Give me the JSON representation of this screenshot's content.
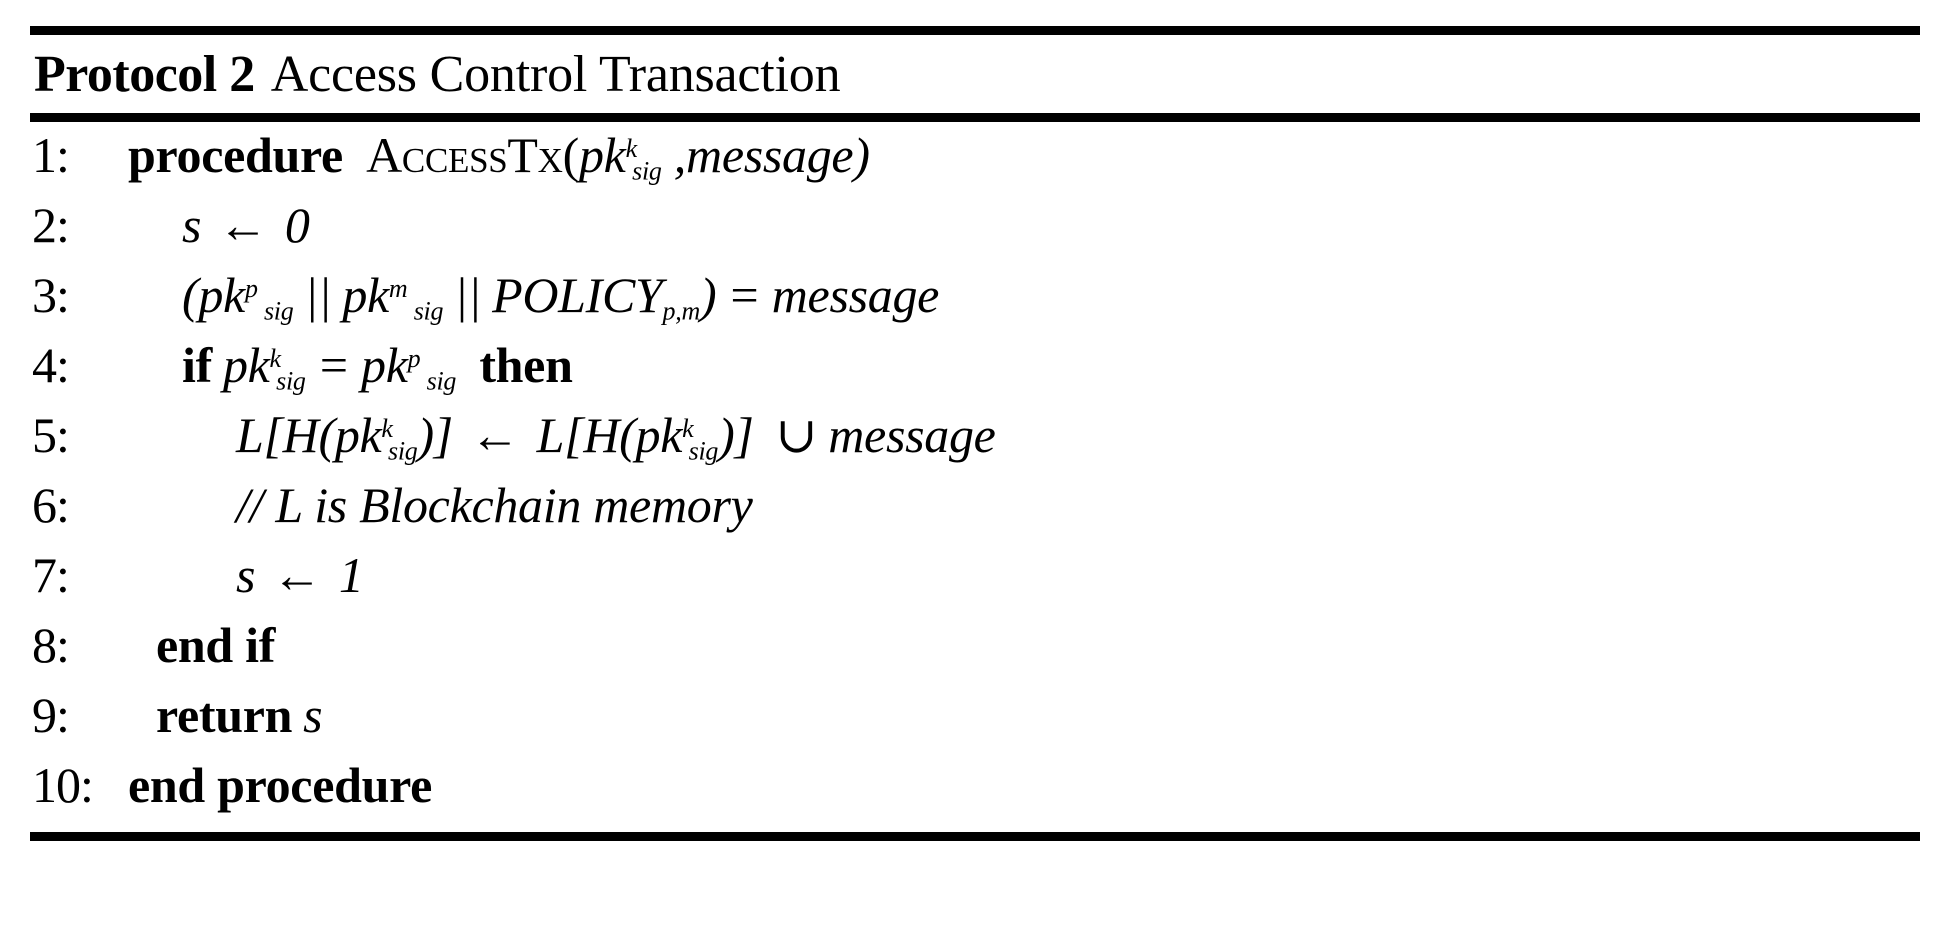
{
  "block": {
    "kind": "algorithm-pseudocode",
    "title": {
      "label": "Protocol 2",
      "text": "Access Control Transaction"
    },
    "rules": {
      "top": "horizontal-rule",
      "middle": "horizontal-rule",
      "bottom": "horizontal-rule"
    },
    "lines": [
      {
        "number": "1:",
        "indent": 0,
        "plain": "procedure ACCESSTX(pk^k_sig , message)",
        "parts": {
          "keyword": "procedure",
          "call_name": "AccessTx",
          "open_paren": "(",
          "arg1_base": "pk",
          "arg1_sup": "k",
          "arg1_sub": "sig",
          "comma": " ,",
          "arg2": "message",
          "close_paren": ")"
        }
      },
      {
        "number": "2:",
        "indent": 1,
        "plain": "s ← 0",
        "parts": {
          "lhs": "s",
          "arrow": "←",
          "rhs": "0"
        }
      },
      {
        "number": "3:",
        "indent": 1,
        "plain": "(pk^p sig || pk^m sig || POLICY_p,m ) = message",
        "parts": {
          "open_paren": "(",
          "t1_base": "pk",
          "t1_sup": "p",
          "t1_sub": "sig",
          "concat1": "||",
          "t2_base": "pk",
          "t2_sup": "m",
          "t2_sub": "sig",
          "concat2": "||",
          "policy_base": "POLICY",
          "policy_sub": "p,m",
          "close_paren": ")",
          "equals": "=",
          "rhs": "message"
        }
      },
      {
        "number": "4:",
        "indent": 1,
        "plain": "if pk^k_sig = pk^p sig then",
        "parts": {
          "keyword_if": "if",
          "lhs_base": "pk",
          "lhs_sup": "k",
          "lhs_sub": "sig",
          "equals": "=",
          "rhs_base": "pk",
          "rhs_sup": "p",
          "rhs_sub": "sig",
          "keyword_then": "then"
        }
      },
      {
        "number": "5:",
        "indent": 2,
        "plain": "L[H(pk^k_sig)] ← L[H(pk^k_sig)] ∪ message",
        "parts": {
          "lhs_prefix": "L[H(",
          "lhs_base": "pk",
          "lhs_sup": "k",
          "lhs_sub": "sig",
          "lhs_suffix": ")]",
          "arrow": "←",
          "rhs_prefix": "L[H(",
          "rhs_base": "pk",
          "rhs_sup": "k",
          "rhs_sub": "sig",
          "rhs_suffix": ")]",
          "union": "∪",
          "operand": "message"
        }
      },
      {
        "number": "6:",
        "indent": 2,
        "plain": "// L is Blockchain memory",
        "parts": {
          "comment": "// L is Blockchain memory"
        }
      },
      {
        "number": "7:",
        "indent": 2,
        "plain": "s ← 1",
        "parts": {
          "lhs": "s",
          "arrow": "←",
          "rhs": "1"
        }
      },
      {
        "number": "8:",
        "indent": 1,
        "plain": "end if",
        "parts": {
          "keyword": "end if"
        }
      },
      {
        "number": "9:",
        "indent": 1,
        "plain": "return s",
        "parts": {
          "keyword": "return",
          "value": "s"
        }
      },
      {
        "number": "10:",
        "indent": 0,
        "plain": "end procedure",
        "parts": {
          "keyword": "end procedure"
        }
      }
    ]
  },
  "colors": {
    "ink": "#000000",
    "paper": "#ffffff"
  }
}
